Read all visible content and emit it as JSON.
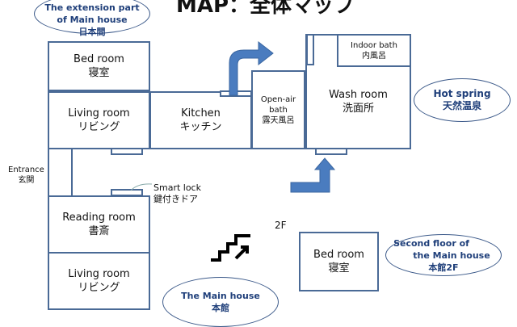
{
  "title": "MAP：全体マップ",
  "labels": {
    "extension": {
      "en1": "The extension part",
      "en2": "of  Main house",
      "jp": "日本間"
    },
    "hot_spring": {
      "en": "Hot spring",
      "jp": "天然温泉"
    },
    "second_floor": {
      "en1": "Second floor of",
      "en2": "the Main house",
      "jp": "本館2F"
    },
    "main_house": {
      "en": "The Main house",
      "jp": "本館"
    }
  },
  "rooms": {
    "bed1": {
      "en": "Bed room",
      "jp": "寝室"
    },
    "living1": {
      "en": "Living room",
      "jp": "リビング"
    },
    "kitchen": {
      "en": "Kitchen",
      "jp": "キッチン"
    },
    "openair": {
      "en": "Open-air bath",
      "jp": "露天風呂"
    },
    "wash": {
      "en": "Wash room",
      "jp": "洗面所"
    },
    "indoor": {
      "en": "Indoor bath",
      "jp": "内風呂"
    },
    "reading": {
      "en": "Reading room",
      "jp": "書斎"
    },
    "living2": {
      "en": "Living room",
      "jp": "リビング"
    },
    "bed2": {
      "en": "Bed room",
      "jp": "寝室"
    }
  },
  "entrance": {
    "en": "Entrance",
    "jp": "玄関"
  },
  "smart_lock": {
    "en": "Smart lock",
    "jp": "鍵付きドア"
  },
  "floor_label": "2F",
  "colors": {
    "wall": "#4a6a96",
    "arrow": "#4a7cbf",
    "label": "#1f3f7a"
  },
  "icons": [
    "stairs-icon",
    "arrow-curved-icon",
    "arrow-up-icon"
  ]
}
